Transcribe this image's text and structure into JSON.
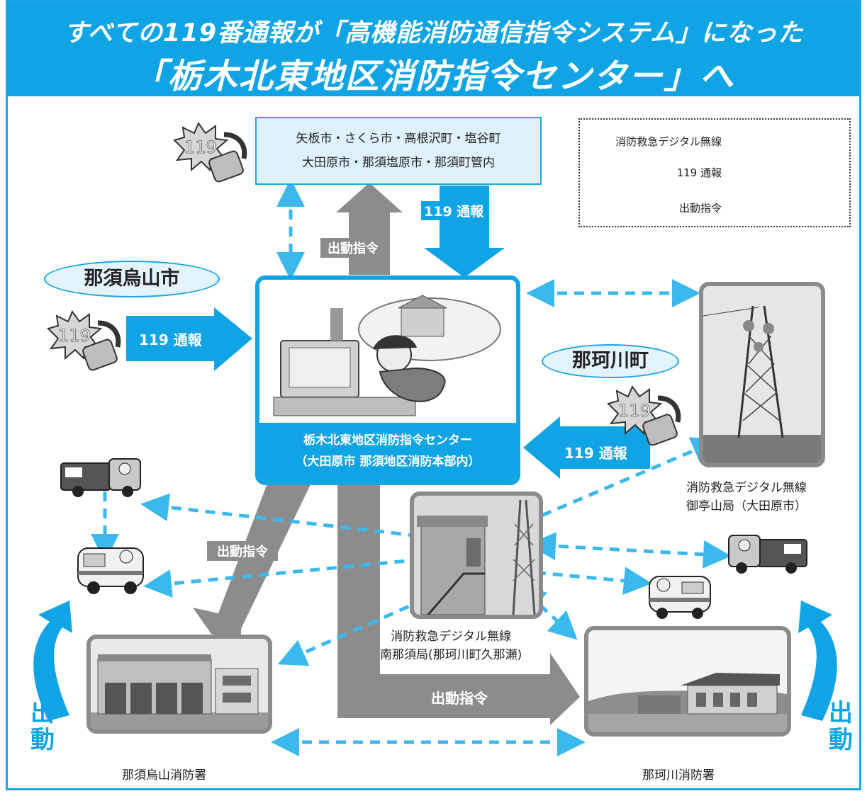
{
  "header": {
    "line1": "すべての119番通報が「高機能消防通信指令システム」になった",
    "line2": "「栃木北東地区消防指令センター」へ"
  },
  "area_box": {
    "line1": "矢板市・さくら市・高根沢町・塩谷町",
    "line2": "大田原市・那須塩原市・那須町管内"
  },
  "legend": {
    "radio": "消防救急デジタル無線",
    "report": "119 通報",
    "dispatch": "出動指令"
  },
  "cities": {
    "nasu_karasuyama": "那須烏山市",
    "nakagawa": "那珂川町"
  },
  "center": {
    "line1": "栃木北東地区消防指令センター",
    "line2": "（大田原市 那須地区消防本部内）"
  },
  "arrows": {
    "report_top": "119 通報",
    "report_left": "119 通報",
    "report_right": "119 通報",
    "dispatch_top": "出動指令",
    "dispatch_left": "出動指令",
    "dispatch_bottom": "出動指令"
  },
  "phone_number": "119",
  "stations": {
    "gotei": {
      "line1": "消防救急デジタル無線",
      "line2": "御亭山局（大田原市）"
    },
    "minaminasu": {
      "line1": "消防救急デジタル無線",
      "line2": "南那須局(那珂川町久那瀬)"
    },
    "karasuyama_fire": "那須烏山消防署",
    "nakagawa_fire": "那珂川消防署"
  },
  "dispatch_side": {
    "left": "出動",
    "right": "出動"
  },
  "colors": {
    "blue": "#11a4e4",
    "gray": "#8c8c8c",
    "light_blue": "#dff1fb"
  }
}
